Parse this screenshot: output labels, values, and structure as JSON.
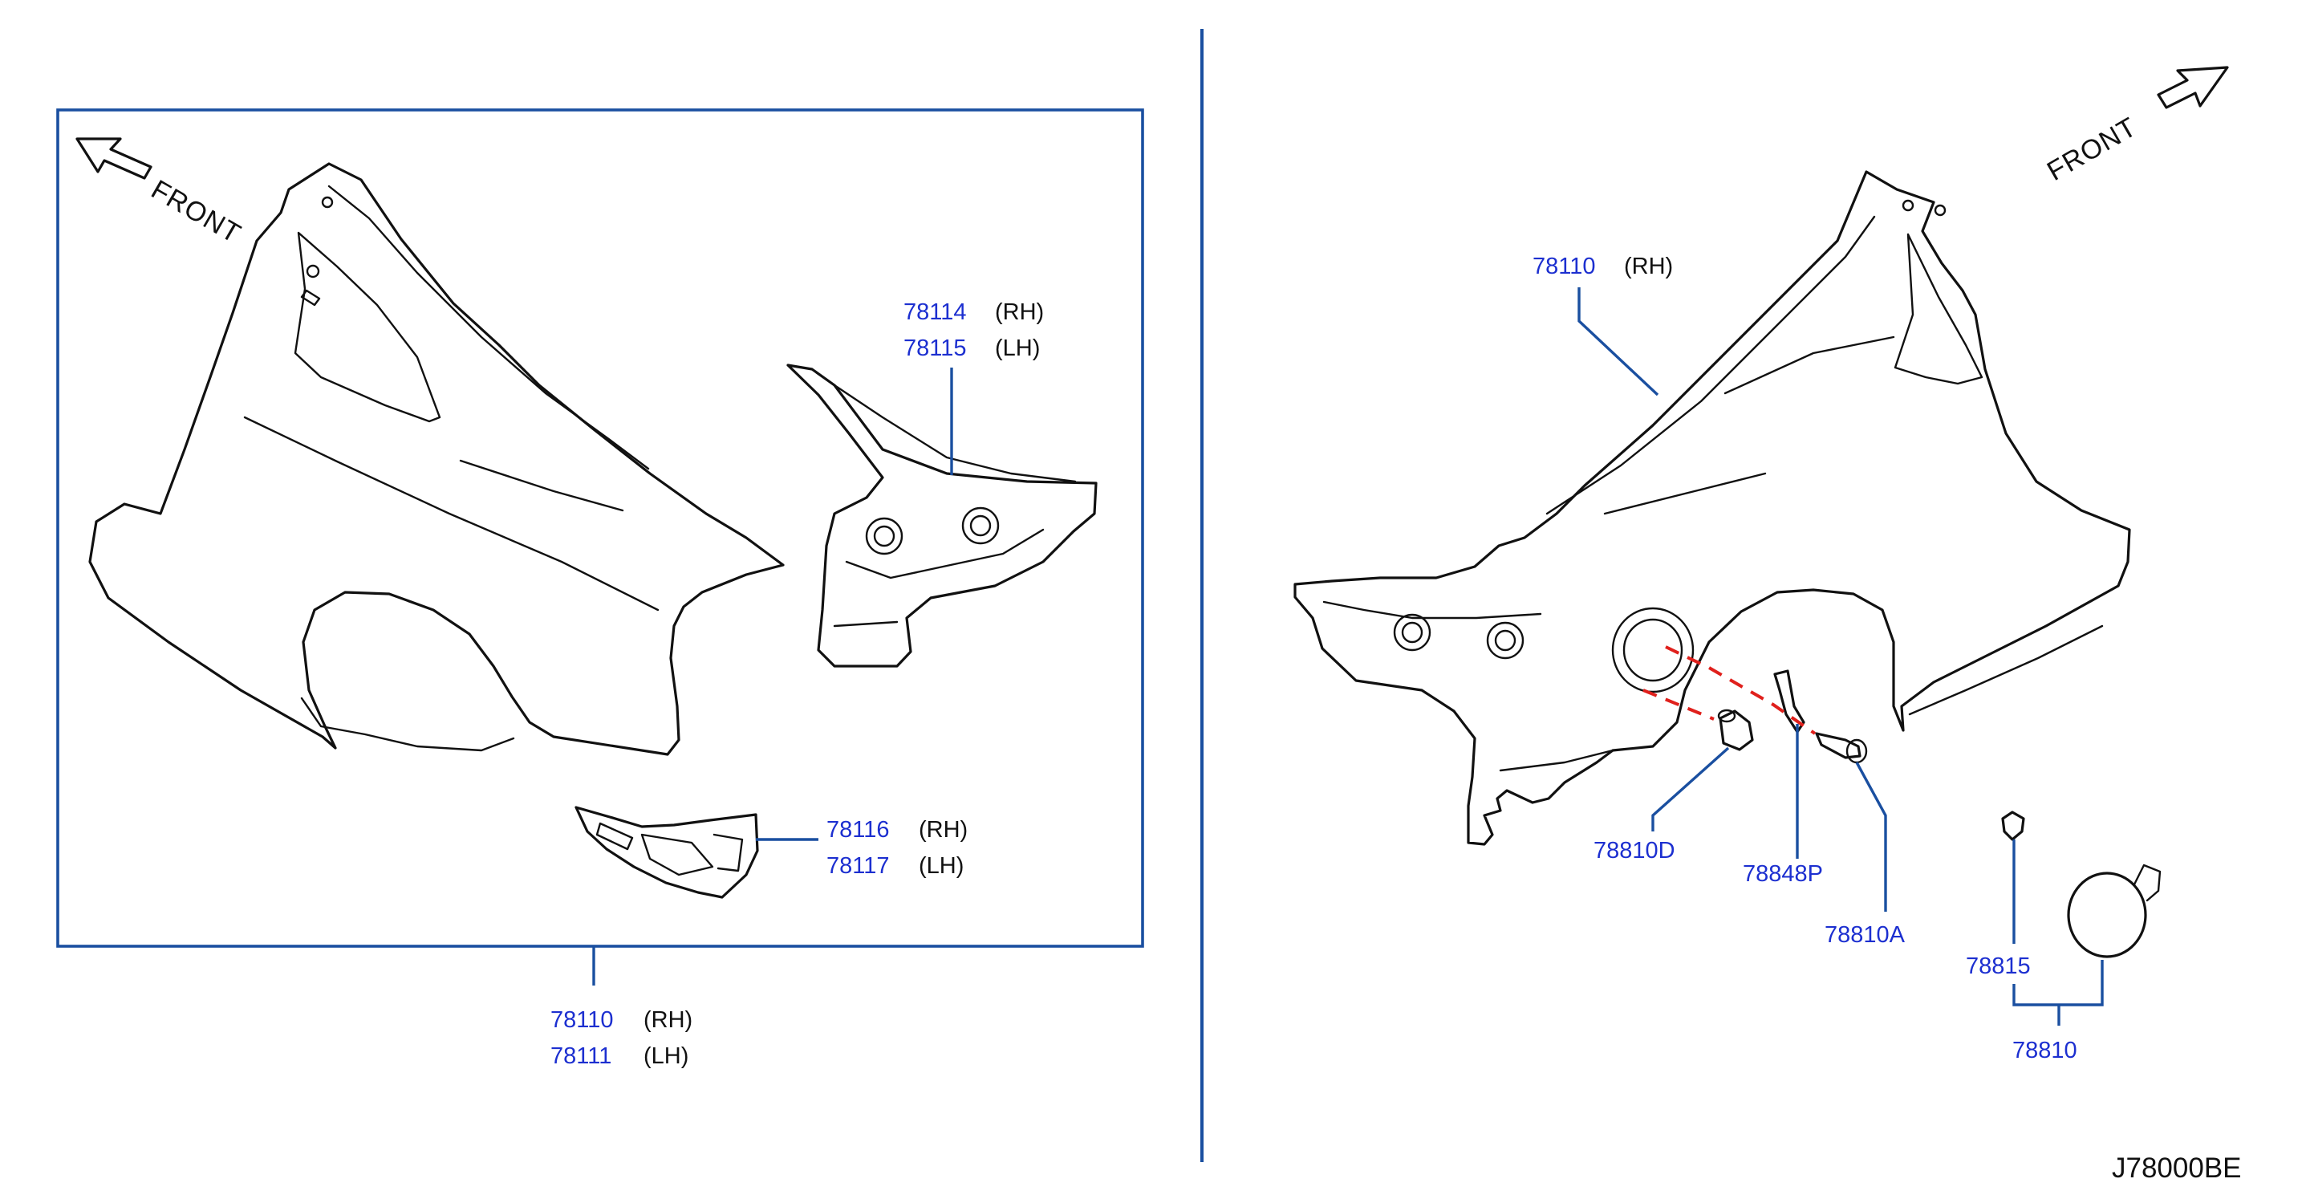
{
  "orientation": {
    "left_label": "FRONT",
    "right_label": "FRONT"
  },
  "callouts": {
    "p78114": {
      "number": "78114",
      "side": "(RH)"
    },
    "p78115": {
      "number": "78115",
      "side": "(LH)"
    },
    "p78116": {
      "number": "78116",
      "side": "(RH)"
    },
    "p78117": {
      "number": "78117",
      "side": "(LH)"
    },
    "p78110_left": {
      "number": "78110",
      "side": "(RH)"
    },
    "p78111": {
      "number": "78111",
      "side": "(LH)"
    },
    "p78110_right": {
      "number": "78110",
      "side": "(RH)"
    },
    "p78810D": {
      "number": "78810D"
    },
    "p78848P": {
      "number": "78848P"
    },
    "p78810A": {
      "number": "78810A"
    },
    "p78815": {
      "number": "78815"
    },
    "p78810": {
      "number": "78810"
    }
  },
  "diagram_code": "J78000BE",
  "colors": {
    "callout_text": "#1c2fd0",
    "leader_lines": "#1a4fa0",
    "alignment_line": "#e0201c",
    "line_art": "#111111"
  }
}
